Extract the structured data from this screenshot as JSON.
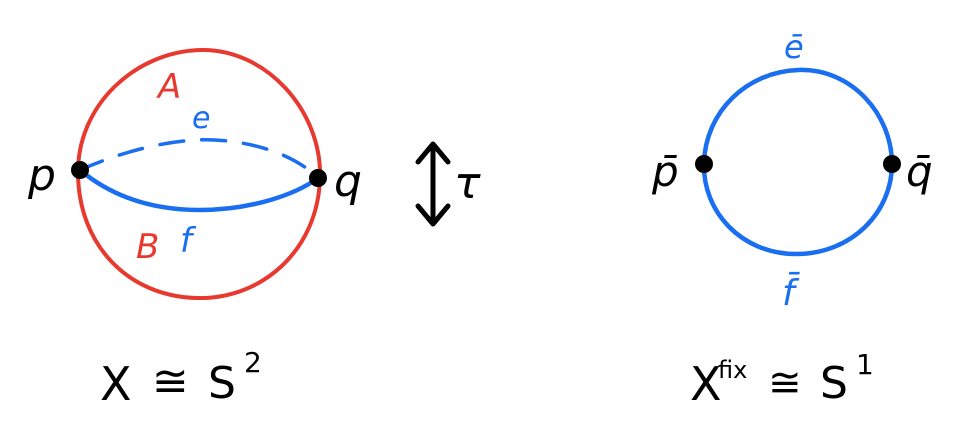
{
  "colors": {
    "red": "#e8392f",
    "blue": "#1a6ef0",
    "ink": "#000000",
    "background": "#ffffff"
  },
  "left": {
    "point_p": "p",
    "point_q": "q",
    "region_a": "A",
    "region_b": "B",
    "edge_e": "e",
    "edge_f": "f",
    "involution": "τ",
    "caption": {
      "x": "X",
      "rel": "≅",
      "s": "S",
      "exp": "2"
    }
  },
  "right": {
    "point_p": "p̄",
    "point_q": "q̄",
    "edge_e": "ē",
    "edge_f": "f̄",
    "caption": {
      "x": "X",
      "sup": "fix",
      "rel": "≅",
      "s": "S",
      "exp": "1"
    }
  },
  "icons": {
    "arrow": "double-headed-arrow-icon"
  }
}
